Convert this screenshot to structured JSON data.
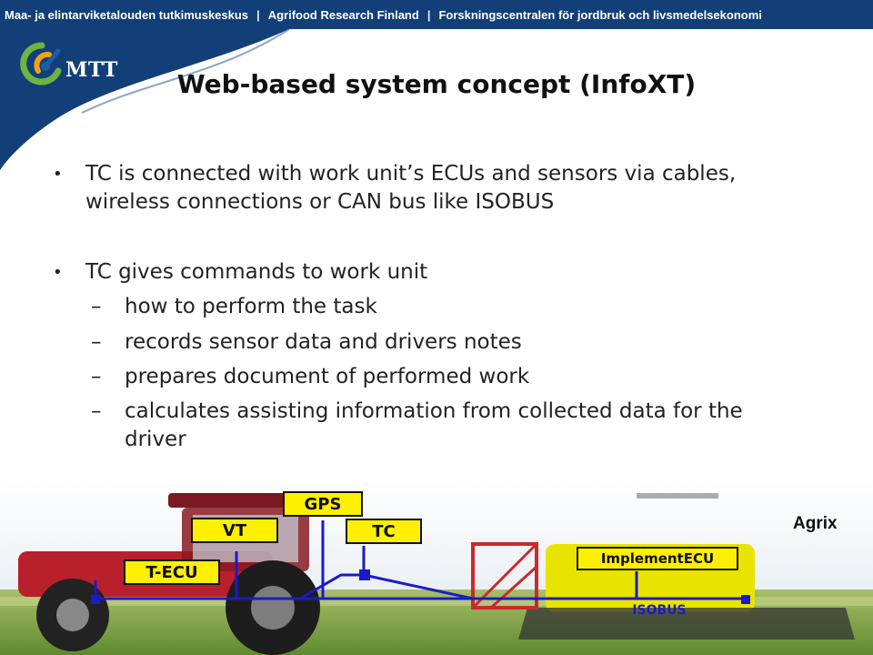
{
  "header": {
    "org_fi": "Maa- ja elintarviketalouden tutkimuskeskus",
    "org_en": "Agrifood Research Finland",
    "org_sv": "Forskningscentralen för jordbruk och livsmedelsekonomi",
    "separator": "|"
  },
  "logo": {
    "text": "MTT",
    "icon": "mtt-logo-icon"
  },
  "slide": {
    "title": "Web-based system concept (InfoXT)",
    "bullets": [
      {
        "marker": "•",
        "lines": [
          "TC is connected with work unit’s ECUs and sensors via cables,",
          "wireless connections or CAN bus like ISOBUS"
        ]
      },
      {
        "marker": "•",
        "lines": [
          "TC gives commands to work unit"
        ]
      }
    ],
    "sub_items": [
      {
        "marker": "–",
        "lines": [
          "how to perform the task"
        ]
      },
      {
        "marker": "–",
        "lines": [
          "records sensor data and drivers notes"
        ]
      },
      {
        "marker": "–",
        "lines": [
          "prepares document of performed work"
        ]
      },
      {
        "marker": "–",
        "lines": [
          "calculates assisting information from collected data for the",
          "driver"
        ]
      }
    ]
  },
  "diagram": {
    "credit": "Agrix",
    "labels": {
      "gps": "GPS",
      "vt": "VT",
      "tc": "TC",
      "tecu": "T-ECU",
      "implement": "ImplementECU",
      "bus": "ISOBUS"
    },
    "colors": {
      "label_fill": "#ffef00",
      "bus_line": "#1a1ac9",
      "tractor": "#b8202c",
      "implement": "#e8e400",
      "sky": "#e9eef3",
      "field": "#6f9a3a"
    }
  },
  "theme": {
    "header_bg": "#123f78",
    "logo_blue": "#1c5fa8",
    "logo_green": "#6fb43f",
    "logo_orange": "#f0a020"
  }
}
